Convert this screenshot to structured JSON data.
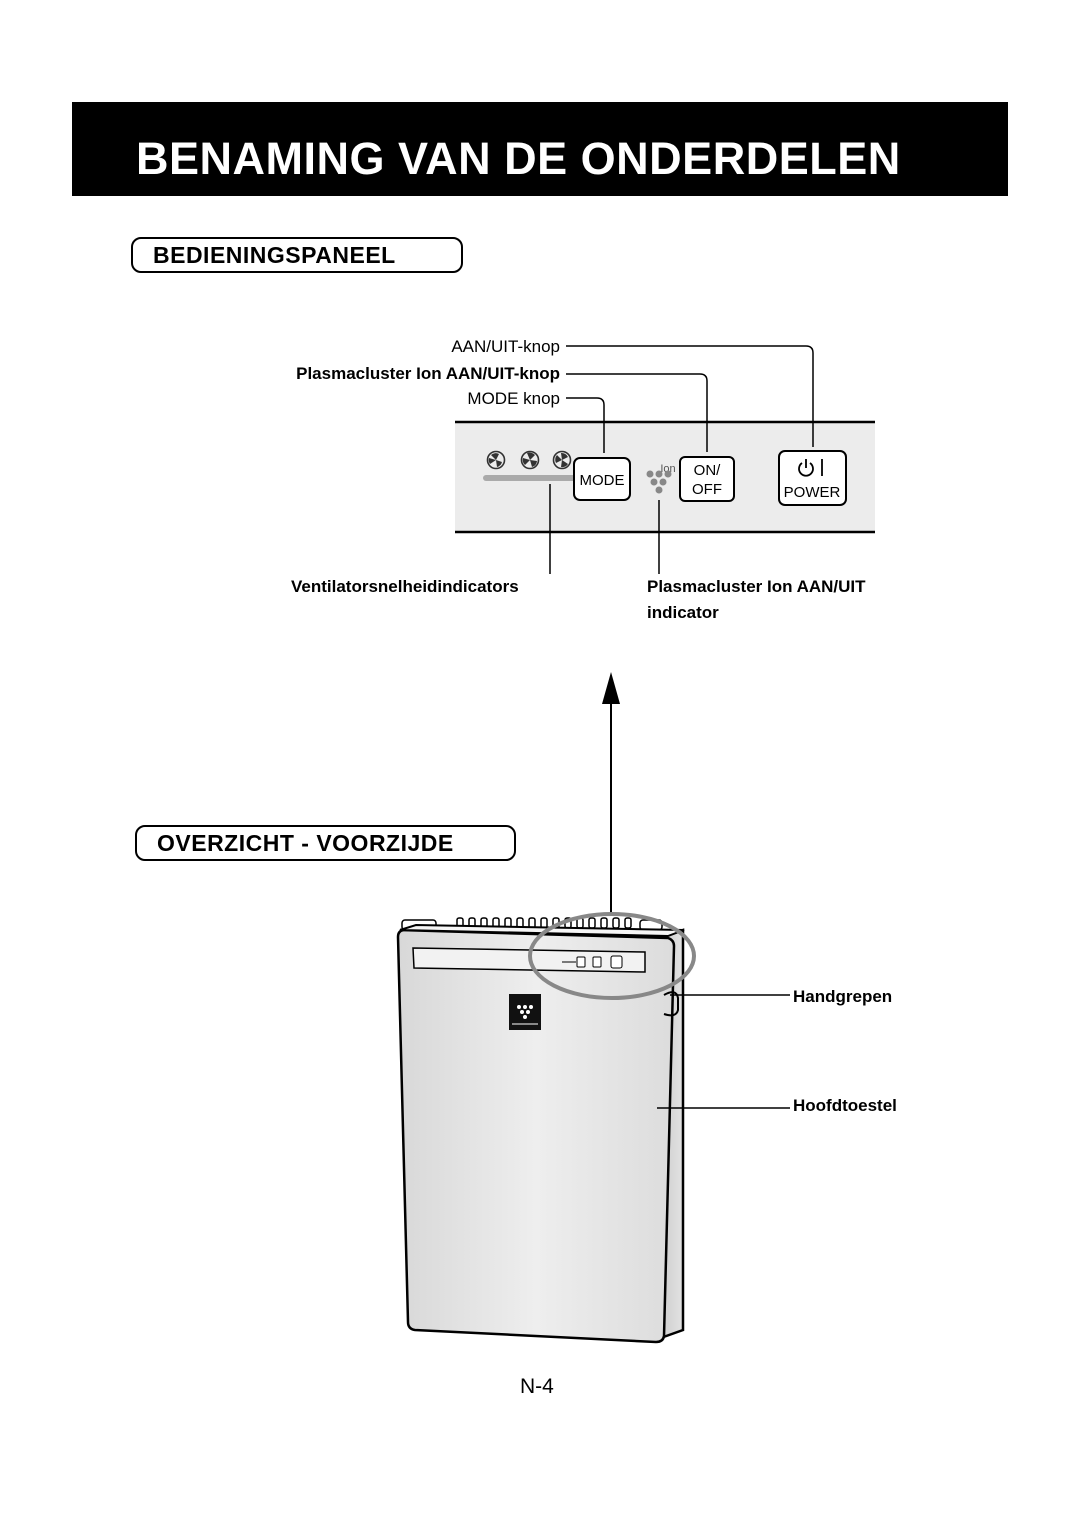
{
  "page": {
    "title": "BENAMING VAN DE ONDERDELEN",
    "page_number": "N-4"
  },
  "sections": {
    "control_panel": "BEDIENINGSPANEEL",
    "front_overview": "OVERZICHT - VOORZIJDE"
  },
  "panel_labels": {
    "on_off_button": "AAN/UIT-knop",
    "plasmacluster_button": "Plasmacluster Ion AAN/UIT-knop",
    "mode_button": "MODE knop",
    "fan_speed_indicators": "Ventilatorsnelheidindicators",
    "plasmacluster_indicator_line1": "Plasmacluster Ion AAN/UIT",
    "plasmacluster_indicator_line2": "indicator"
  },
  "panel_keys": {
    "mode": "MODE",
    "on_off_line1": "ON/",
    "on_off_line2": "OFF",
    "power": "POWER",
    "ion": "Ion"
  },
  "unit_labels": {
    "handles": "Handgrepen",
    "main_unit": "Hoofdtoestel"
  },
  "icons": [
    "fan-low-icon",
    "fan-medium-icon",
    "fan-high-icon",
    "plasmacluster-icon",
    "power-icon",
    "arrow-up-icon"
  ]
}
